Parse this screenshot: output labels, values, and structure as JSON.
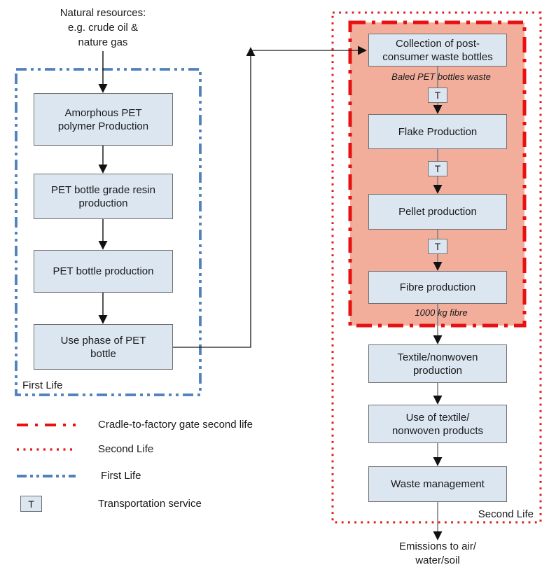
{
  "natural_resources_label": "Natural resources:\ne.g. crude oil &\nnature gas",
  "transport_label": "T",
  "first_life": {
    "label": "First Life",
    "boxes": [
      "Amorphous PET\npolymer Production",
      "PET bottle grade resin\nproduction",
      "PET bottle production",
      "Use phase of PET\nbottle"
    ]
  },
  "second_life": {
    "label": "Second Life",
    "cradle_to_gate": {
      "boxes": [
        "Collection of post-\nconsumer waste bottles",
        "Flake Production",
        "Pellet production",
        "Fibre production"
      ],
      "annotations": [
        "Baled PET bottles waste",
        "1000 kg fibre"
      ]
    },
    "boxes": [
      "Textile/nonwoven\nproduction",
      "Use of textile/\nnonwoven products",
      "Waste management"
    ]
  },
  "emissions_label": "Emissions to air/\nwater/soil",
  "legend": {
    "items": [
      {
        "swatch": "red-dash-dot-line",
        "label": "Cradle-to-factory gate second life"
      },
      {
        "swatch": "red-dotted-line",
        "label": "Second Life"
      },
      {
        "swatch": "blue-dash-dot-dot-line",
        "label": "First Life"
      },
      {
        "swatch": "transport-box",
        "label": "Transportation service"
      }
    ]
  },
  "colors": {
    "process_box_fill": "#dce6f1",
    "process_box_border": "#707070",
    "first_life_border": "#4f81bd",
    "second_life_border": "#e01b1b",
    "cradle_border": "#e81111",
    "cradle_fill": "#f3ad9b",
    "arrow_dark": "#1a1a1a",
    "arrow_gray": "#808080"
  }
}
